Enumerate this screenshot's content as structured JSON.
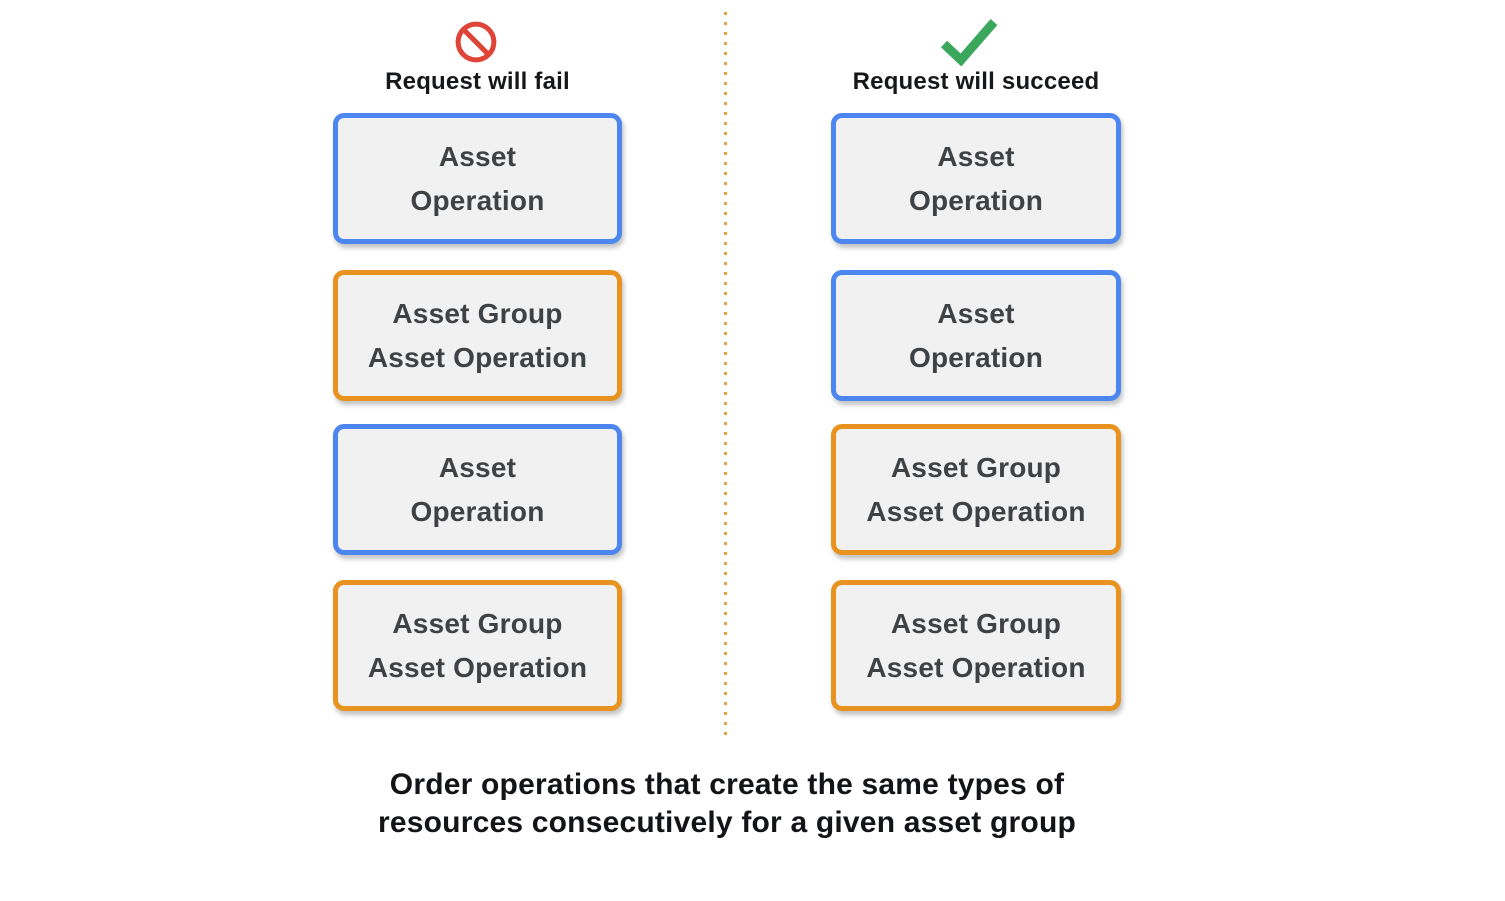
{
  "diagram": {
    "fail_column": {
      "header": "Request will fail",
      "icon": "no-entry-icon",
      "boxes": [
        {
          "line1": "Asset",
          "line2": "Operation",
          "type": "blue"
        },
        {
          "line1": "Asset Group",
          "line2": "Asset Operation",
          "type": "orange"
        },
        {
          "line1": "Asset",
          "line2": "Operation",
          "type": "blue"
        },
        {
          "line1": "Asset Group",
          "line2": "Asset Operation",
          "type": "orange"
        }
      ]
    },
    "succeed_column": {
      "header": "Request will succeed",
      "icon": "check-icon",
      "boxes": [
        {
          "line1": "Asset",
          "line2": "Operation",
          "type": "blue"
        },
        {
          "line1": "Asset",
          "line2": "Operation",
          "type": "blue"
        },
        {
          "line1": "Asset Group",
          "line2": "Asset Operation",
          "type": "orange"
        },
        {
          "line1": "Asset Group",
          "line2": "Asset Operation",
          "type": "orange"
        }
      ]
    },
    "caption": {
      "line1": "Order operations that create the same types of",
      "line2": "resources consecutively for a given asset group"
    },
    "colors": {
      "blue_border": "#4d86ee",
      "orange_border": "#e8931f",
      "box_background": "#f1f1f1",
      "box_text": "#3f4245",
      "fail_icon_red": "#de4437",
      "success_icon_green": "#3aa75c",
      "divider": "#e9a243"
    }
  }
}
